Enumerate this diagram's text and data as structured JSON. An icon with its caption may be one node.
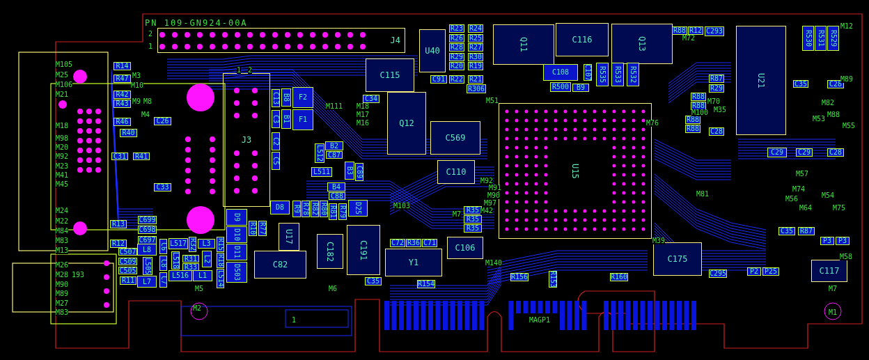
{
  "diagram": {
    "nodes": [
      {
        "text": [
          "J4"
        ]
      },
      {
        "text": [
          "J3"
        ]
      },
      {
        "text": [
          "U15"
        ]
      },
      {
        "text": [
          "U21"
        ]
      },
      {
        "text": [
          "U40"
        ]
      },
      {
        "text": [
          "U17"
        ]
      },
      {
        "text": [
          "Q11"
        ]
      },
      {
        "text": [
          "Q13"
        ]
      },
      {
        "text": [
          "Q12"
        ]
      },
      {
        "text": [
          "C115"
        ]
      },
      {
        "text": [
          "C569"
        ]
      },
      {
        "text": [
          "C110"
        ]
      },
      {
        "text": [
          "C116"
        ]
      },
      {
        "text": [
          "C108"
        ]
      },
      {
        "text": [
          "C106"
        ]
      },
      {
        "text": [
          "C175"
        ]
      },
      {
        "text": [
          "C117"
        ]
      },
      {
        "text": [
          "C82"
        ]
      },
      {
        "text": [
          "C182"
        ]
      },
      {
        "text": [
          "C191"
        ]
      },
      {
        "text": [
          "Y1"
        ]
      },
      {
        "text": [
          "F2"
        ]
      },
      {
        "text": [
          "F1"
        ]
      },
      {
        "text": [
          "B8"
        ]
      },
      {
        "text": [
          "B1"
        ]
      },
      {
        "text": [
          "C13"
        ]
      },
      {
        "text": [
          "C3"
        ]
      },
      {
        "text": [
          "C2"
        ]
      },
      {
        "text": [
          "C5"
        ]
      },
      {
        "text": [
          "R14"
        ]
      },
      {
        "text": [
          "R47"
        ]
      },
      {
        "text": [
          "R42"
        ]
      },
      {
        "text": [
          "R43"
        ]
      },
      {
        "text": [
          "R46"
        ]
      },
      {
        "text": [
          "R40"
        ]
      },
      {
        "text": [
          "C26"
        ]
      },
      {
        "text": [
          "C31"
        ]
      },
      {
        "text": [
          "R41"
        ]
      },
      {
        "text": [
          "C33"
        ]
      },
      {
        "text": [
          "R13"
        ]
      },
      {
        "text": [
          "R12"
        ]
      },
      {
        "text": [
          "C699"
        ]
      },
      {
        "text": [
          "C698"
        ]
      },
      {
        "text": [
          "C697"
        ]
      },
      {
        "text": [
          "C507"
        ]
      },
      {
        "text": [
          "C509"
        ]
      },
      {
        "text": [
          "C505"
        ]
      },
      {
        "text": [
          "R11"
        ]
      },
      {
        "text": [
          "L8"
        ]
      },
      {
        "text": [
          "L505"
        ]
      },
      {
        "text": [
          "L7"
        ]
      },
      {
        "text": [
          "C6"
        ]
      },
      {
        "text": [
          "C8"
        ]
      },
      {
        "text": [
          "C7"
        ]
      },
      {
        "text": [
          "L517"
        ]
      },
      {
        "text": [
          "L518"
        ]
      },
      {
        "text": [
          "L516"
        ]
      },
      {
        "text": [
          "R32"
        ]
      },
      {
        "text": [
          "L3"
        ]
      },
      {
        "text": [
          "R31"
        ]
      },
      {
        "text": [
          "R33"
        ]
      },
      {
        "text": [
          "L2"
        ]
      },
      {
        "text": [
          "L1"
        ]
      },
      {
        "text": [
          "R15"
        ]
      },
      {
        "text": [
          "R18"
        ]
      },
      {
        "text": [
          "L514"
        ]
      },
      {
        "text": [
          "D9"
        ]
      },
      {
        "text": [
          "D10"
        ]
      },
      {
        "text": [
          "D11"
        ]
      },
      {
        "text": [
          "D503"
        ]
      },
      {
        "text": [
          "R10"
        ]
      },
      {
        "text": [
          "R77"
        ]
      },
      {
        "text": [
          "D8"
        ]
      },
      {
        "text": [
          "B2"
        ]
      },
      {
        "text": [
          "C87"
        ]
      },
      {
        "text": [
          "L512"
        ]
      },
      {
        "text": [
          "L511"
        ]
      },
      {
        "text": [
          "B3"
        ]
      },
      {
        "text": [
          "C89"
        ]
      },
      {
        "text": [
          "B4"
        ]
      },
      {
        "text": [
          "C88"
        ]
      },
      {
        "text": [
          "D25"
        ]
      },
      {
        "text": [
          "R9"
        ]
      },
      {
        "text": [
          "R78"
        ]
      },
      {
        "text": [
          "R82"
        ]
      },
      {
        "text": [
          "R80"
        ]
      },
      {
        "text": [
          "R81"
        ]
      },
      {
        "text": [
          "R79"
        ]
      },
      {
        "text": [
          "C34"
        ]
      },
      {
        "text": [
          "R23"
        ]
      },
      {
        "text": [
          "R24"
        ]
      },
      {
        "text": [
          "R26"
        ]
      },
      {
        "text": [
          "R25"
        ]
      },
      {
        "text": [
          "R28"
        ]
      },
      {
        "text": [
          "R27"
        ]
      },
      {
        "text": [
          "R29"
        ]
      },
      {
        "text": [
          "R30"
        ]
      },
      {
        "text": [
          "R20"
        ]
      },
      {
        "text": [
          "R19"
        ]
      },
      {
        "text": [
          "C91"
        ]
      },
      {
        "text": [
          "R22"
        ]
      },
      {
        "text": [
          "R21"
        ]
      },
      {
        "text": [
          "R306"
        ]
      },
      {
        "text": [
          "R500"
        ]
      },
      {
        "text": [
          "C107"
        ]
      },
      {
        "text": [
          "B9"
        ]
      },
      {
        "text": [
          "R535"
        ]
      },
      {
        "text": [
          "R533"
        ]
      },
      {
        "text": [
          "R532"
        ]
      },
      {
        "text": [
          "R88"
        ]
      },
      {
        "text": [
          "R12"
        ]
      },
      {
        "text": [
          "C293"
        ]
      },
      {
        "text": [
          "R87"
        ]
      },
      {
        "text": [
          "R29"
        ]
      },
      {
        "text": [
          "R88"
        ]
      },
      {
        "text": [
          "R88"
        ]
      },
      {
        "text": [
          "R88"
        ]
      },
      {
        "text": [
          "R88"
        ]
      },
      {
        "text": [
          "C28"
        ]
      },
      {
        "text": [
          "R530"
        ]
      },
      {
        "text": [
          "R531"
        ]
      },
      {
        "text": [
          "R529"
        ]
      },
      {
        "text": [
          "C35"
        ]
      },
      {
        "text": [
          "C28"
        ]
      },
      {
        "text": [
          "C29"
        ]
      },
      {
        "text": [
          "C29"
        ]
      },
      {
        "text": [
          "C28"
        ]
      },
      {
        "text": [
          "R35"
        ]
      },
      {
        "text": [
          "R35"
        ]
      },
      {
        "text": [
          "R35"
        ]
      },
      {
        "text": [
          "C72"
        ]
      },
      {
        "text": [
          "R36"
        ]
      },
      {
        "text": [
          "C71"
        ]
      },
      {
        "text": [
          "C35"
        ]
      },
      {
        "text": [
          "R154"
        ]
      },
      {
        "text": [
          "R156"
        ]
      },
      {
        "text": [
          "R153"
        ]
      },
      {
        "text": [
          "R160"
        ]
      },
      {
        "text": [
          "C295"
        ]
      },
      {
        "text": [
          "P2"
        ]
      },
      {
        "text": [
          "P25"
        ]
      },
      {
        "text": [
          "C35"
        ]
      },
      {
        "text": [
          "R87"
        ]
      },
      {
        "text": [
          "P3"
        ]
      },
      {
        "text": [
          "P3"
        ]
      }
    ],
    "labels": [
      "PN 109-GN924-00A",
      "2",
      "1",
      "1",
      "2",
      "M105",
      "M25",
      "M106",
      "M21",
      "M18",
      "M98",
      "M20",
      "M92",
      "M23",
      "M41",
      "M45",
      "M24",
      "M22",
      "M84",
      "M83",
      "M13",
      "M26",
      "M28",
      "193",
      "M90",
      "M89",
      "M27",
      "M83",
      "M3",
      "M10",
      "M9",
      "M8",
      "M4",
      "M111",
      "M18",
      "M17",
      "M16",
      "M51",
      "M92",
      "M91",
      "M90",
      "M97",
      "M42",
      "M7",
      "M103",
      "M140",
      "M5",
      "M6",
      "M2",
      "M1",
      "M7",
      "M12",
      "M72",
      "M70",
      "M35",
      "M100",
      "M76",
      "M89",
      "M82",
      "M88",
      "M53",
      "M55",
      "M57",
      "M74",
      "M56",
      "M54",
      "M64",
      "M75",
      "M81",
      "M39",
      "M58",
      "1",
      "MAGP1"
    ]
  }
}
